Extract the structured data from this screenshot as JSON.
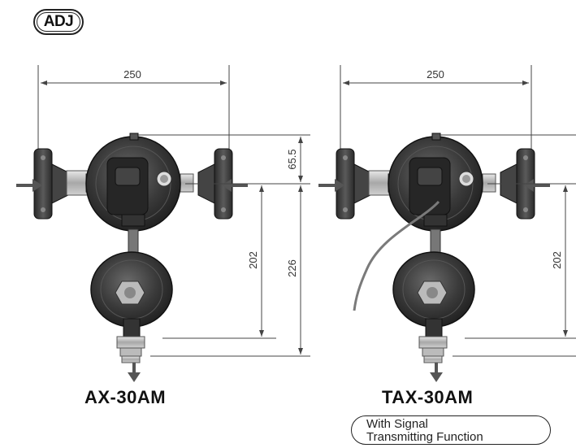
{
  "badge": {
    "text": "ADJ"
  },
  "models": [
    {
      "name": "AX-30AM",
      "dimensions": {
        "width": "250",
        "top_offset": "65.5",
        "inlet_to_outlet": "202",
        "overall_height": "226"
      }
    },
    {
      "name": "TAX-30AM",
      "dimensions": {
        "width": "250",
        "inlet_to_outlet": "202"
      },
      "note": {
        "line1": "With Signal",
        "line2": "Transmitting Function"
      }
    }
  ],
  "colors": {
    "body": "#3a3a3a",
    "fitting": "#b0b0b0",
    "arrow": "#555555",
    "cable": "#7a7a7a"
  }
}
